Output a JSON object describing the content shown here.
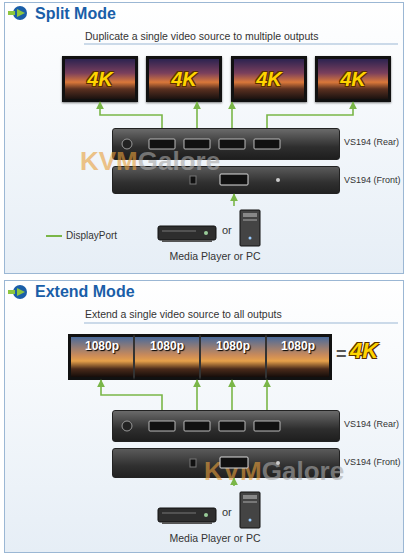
{
  "diagram": {
    "nodes": [
      {
        "text": [
          "Split Mode",
          "Duplicate a single video source to multiple outputs"
        ]
      },
      {
        "text": [
          "4K"
        ],
        "in": 0
      },
      {
        "text": [
          "4K"
        ],
        "in": 0
      },
      {
        "text": [
          "4K"
        ],
        "in": 0
      },
      {
        "text": [
          "4K"
        ],
        "in": 0
      },
      {
        "text": [
          "VS194 (Rear)"
        ],
        "in": 0
      },
      {
        "text": [
          "VS194 (Front)"
        ],
        "in": 0
      },
      {
        "text": [
          "or",
          "Media Player or PC"
        ],
        "in": 0
      },
      {
        "text": [
          "Extend Mode",
          "Extend a single video source to all outputs"
        ]
      },
      {
        "text": [
          "1080p"
        ],
        "in": 8
      },
      {
        "text": [
          "1080p"
        ],
        "in": 8
      },
      {
        "text": [
          "1080p"
        ],
        "in": 8
      },
      {
        "text": [
          "1080p"
        ],
        "in": 8
      },
      {
        "text": [
          "VS194 (Rear)"
        ],
        "in": 8
      },
      {
        "text": [
          "VS194 (Front)"
        ],
        "in": 8
      },
      {
        "text": [
          "or",
          "Media Player or PC"
        ],
        "in": 8
      }
    ],
    "edges": [
      {
        "from": 5,
        "to": 1,
        "arrow": "to"
      },
      {
        "from": 5,
        "to": 2,
        "arrow": "to"
      },
      {
        "from": 5,
        "to": 3,
        "arrow": "to"
      },
      {
        "from": 5,
        "to": 4,
        "arrow": "to"
      },
      {
        "from": 7,
        "to": 6,
        "arrow": "to"
      },
      {
        "from": 13,
        "to": 9,
        "arrow": "to"
      },
      {
        "from": 13,
        "to": 10,
        "arrow": "to"
      },
      {
        "from": 13,
        "to": 11,
        "arrow": "to"
      },
      {
        "from": 13,
        "to": 12,
        "arrow": "to"
      },
      {
        "from": 15,
        "to": 14,
        "arrow": "to"
      }
    ],
    "labels": [
      "KVM",
      "Galore",
      "=",
      "4K",
      "KVM",
      "Galore"
    ],
    "legend": [
      {
        "text": "DisplayPort"
      }
    ]
  }
}
